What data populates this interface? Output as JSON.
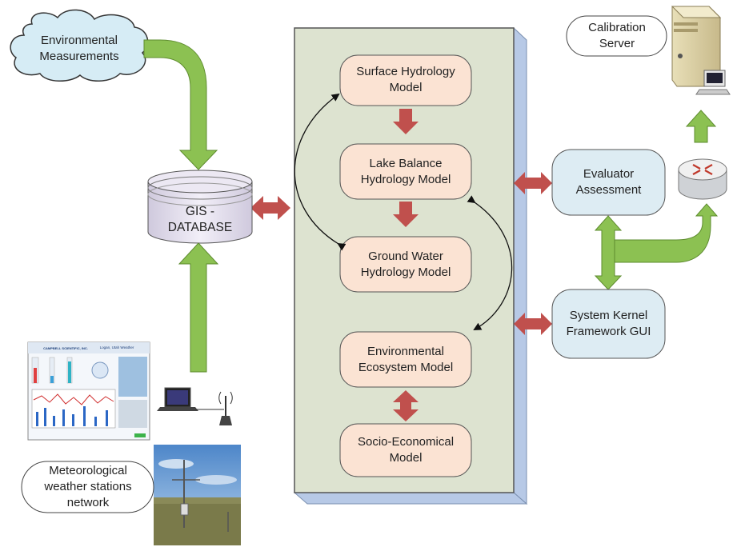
{
  "diagram": {
    "environmental_measurements": "Environmental Measurements",
    "calibration_server": "Calibration Server",
    "gis_database": "GIS - DATABASE",
    "models": [
      {
        "label": "Surface Hydrology Model"
      },
      {
        "label": "Lake Balance Hydrology Model"
      },
      {
        "label": "Ground Water Hydrology Model"
      },
      {
        "label": "Environmental Ecosystem  Model"
      },
      {
        "label": "Socio-Economical Model"
      }
    ],
    "evaluator_assessment": "Evaluator Assessment",
    "system_kernel": "System Kernel Framework GUI",
    "meteorological_network": "Meteorological weather stations network",
    "weather_software_brand": "CAMPBELL SCIENTIFIC, INC.",
    "weather_software_title": "Logan, Utah Weather"
  },
  "icons": [
    "cloud-icon",
    "database-icon",
    "server-icon",
    "router-icon",
    "laptop-icon",
    "antenna-icon",
    "weather-station-photo",
    "weather-software-screenshot"
  ],
  "colors": {
    "green_arrow": "#8cc152",
    "red_arrow": "#c0504d",
    "panel": "#dde3d0",
    "model_box": "#fbe3d3",
    "blue_box": "#ddecf3",
    "cloud": "#d6ecf5"
  }
}
